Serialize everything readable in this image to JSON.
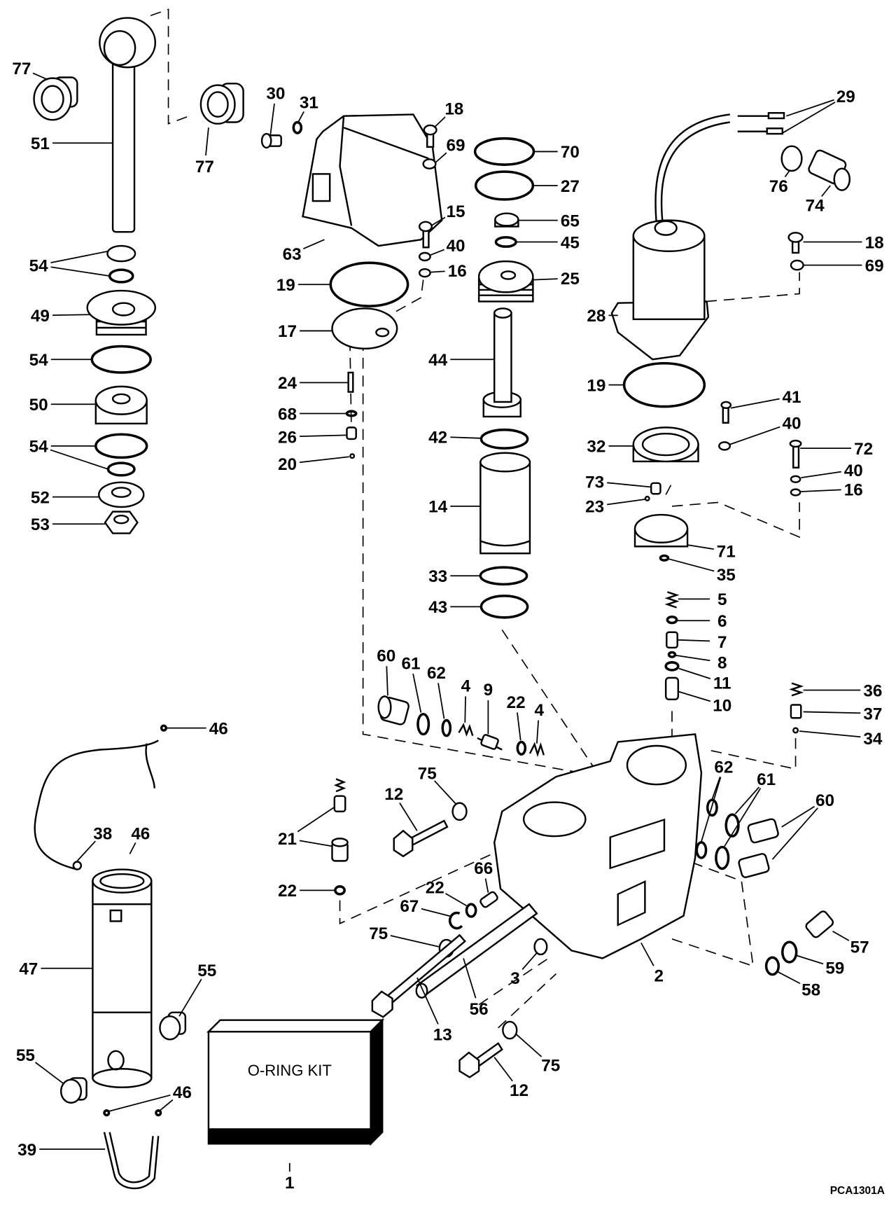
{
  "callouts": [
    "77",
    "77",
    "51",
    "54",
    "49",
    "54",
    "50",
    "54",
    "52",
    "53",
    "30",
    "31",
    "18",
    "69",
    "63",
    "15",
    "40",
    "16",
    "19",
    "17",
    "24",
    "68",
    "26",
    "20",
    "70",
    "27",
    "65",
    "45",
    "25",
    "44",
    "42",
    "14",
    "33",
    "43",
    "29",
    "76",
    "74",
    "18",
    "69",
    "28",
    "19",
    "41",
    "40",
    "32",
    "72",
    "40",
    "16",
    "73",
    "23",
    "71",
    "35",
    "5",
    "6",
    "7",
    "8",
    "11",
    "10",
    "36",
    "37",
    "34",
    "60",
    "61",
    "62",
    "4",
    "9",
    "22",
    "4",
    "46",
    "62",
    "61",
    "60",
    "12",
    "75",
    "21",
    "22",
    "38",
    "46",
    "66",
    "22",
    "67",
    "75",
    "2",
    "57",
    "59",
    "58",
    "3",
    "56",
    "13",
    "12",
    "75",
    "47",
    "55",
    "55",
    "46",
    "39",
    "1"
  ],
  "kit_label": "O-RING KIT",
  "drawing_number": "PCA1301A"
}
